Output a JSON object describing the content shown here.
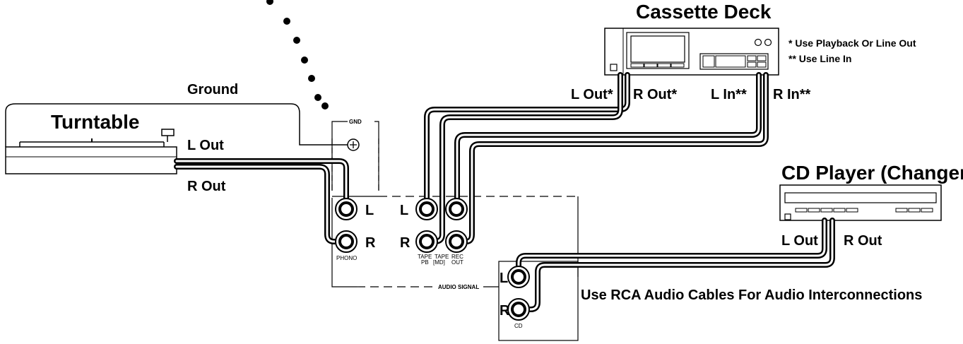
{
  "devices": {
    "turntable": {
      "title": "Turntable",
      "l_out": "L Out",
      "r_out": "R Out",
      "ground": "Ground"
    },
    "cassette": {
      "title": "Cassette Deck",
      "l_out": "L Out*",
      "r_out": "R Out*",
      "l_in": "L In**",
      "r_in": "R In**"
    },
    "cd": {
      "title": "CD Player (Changer)",
      "l_out": "L Out",
      "r_out": "R Out"
    }
  },
  "notes": {
    "star1": "*  Use Playback Or Line Out",
    "star2": "** Use Line In"
  },
  "receiver": {
    "gnd": "GND",
    "phono": "PHONO",
    "tape_pb_1": "TAPE",
    "tape_pb_2": "PB",
    "tape_md_1": "TAPE",
    "tape_md_2": "[MD]",
    "rec_out_1": "REC",
    "rec_out_2": "OUT",
    "audio_signal": "AUDIO SIGNAL",
    "cd": "CD",
    "l": "L",
    "r": "R"
  },
  "caption": "Use RCA Audio Cables For Audio Interconnections"
}
